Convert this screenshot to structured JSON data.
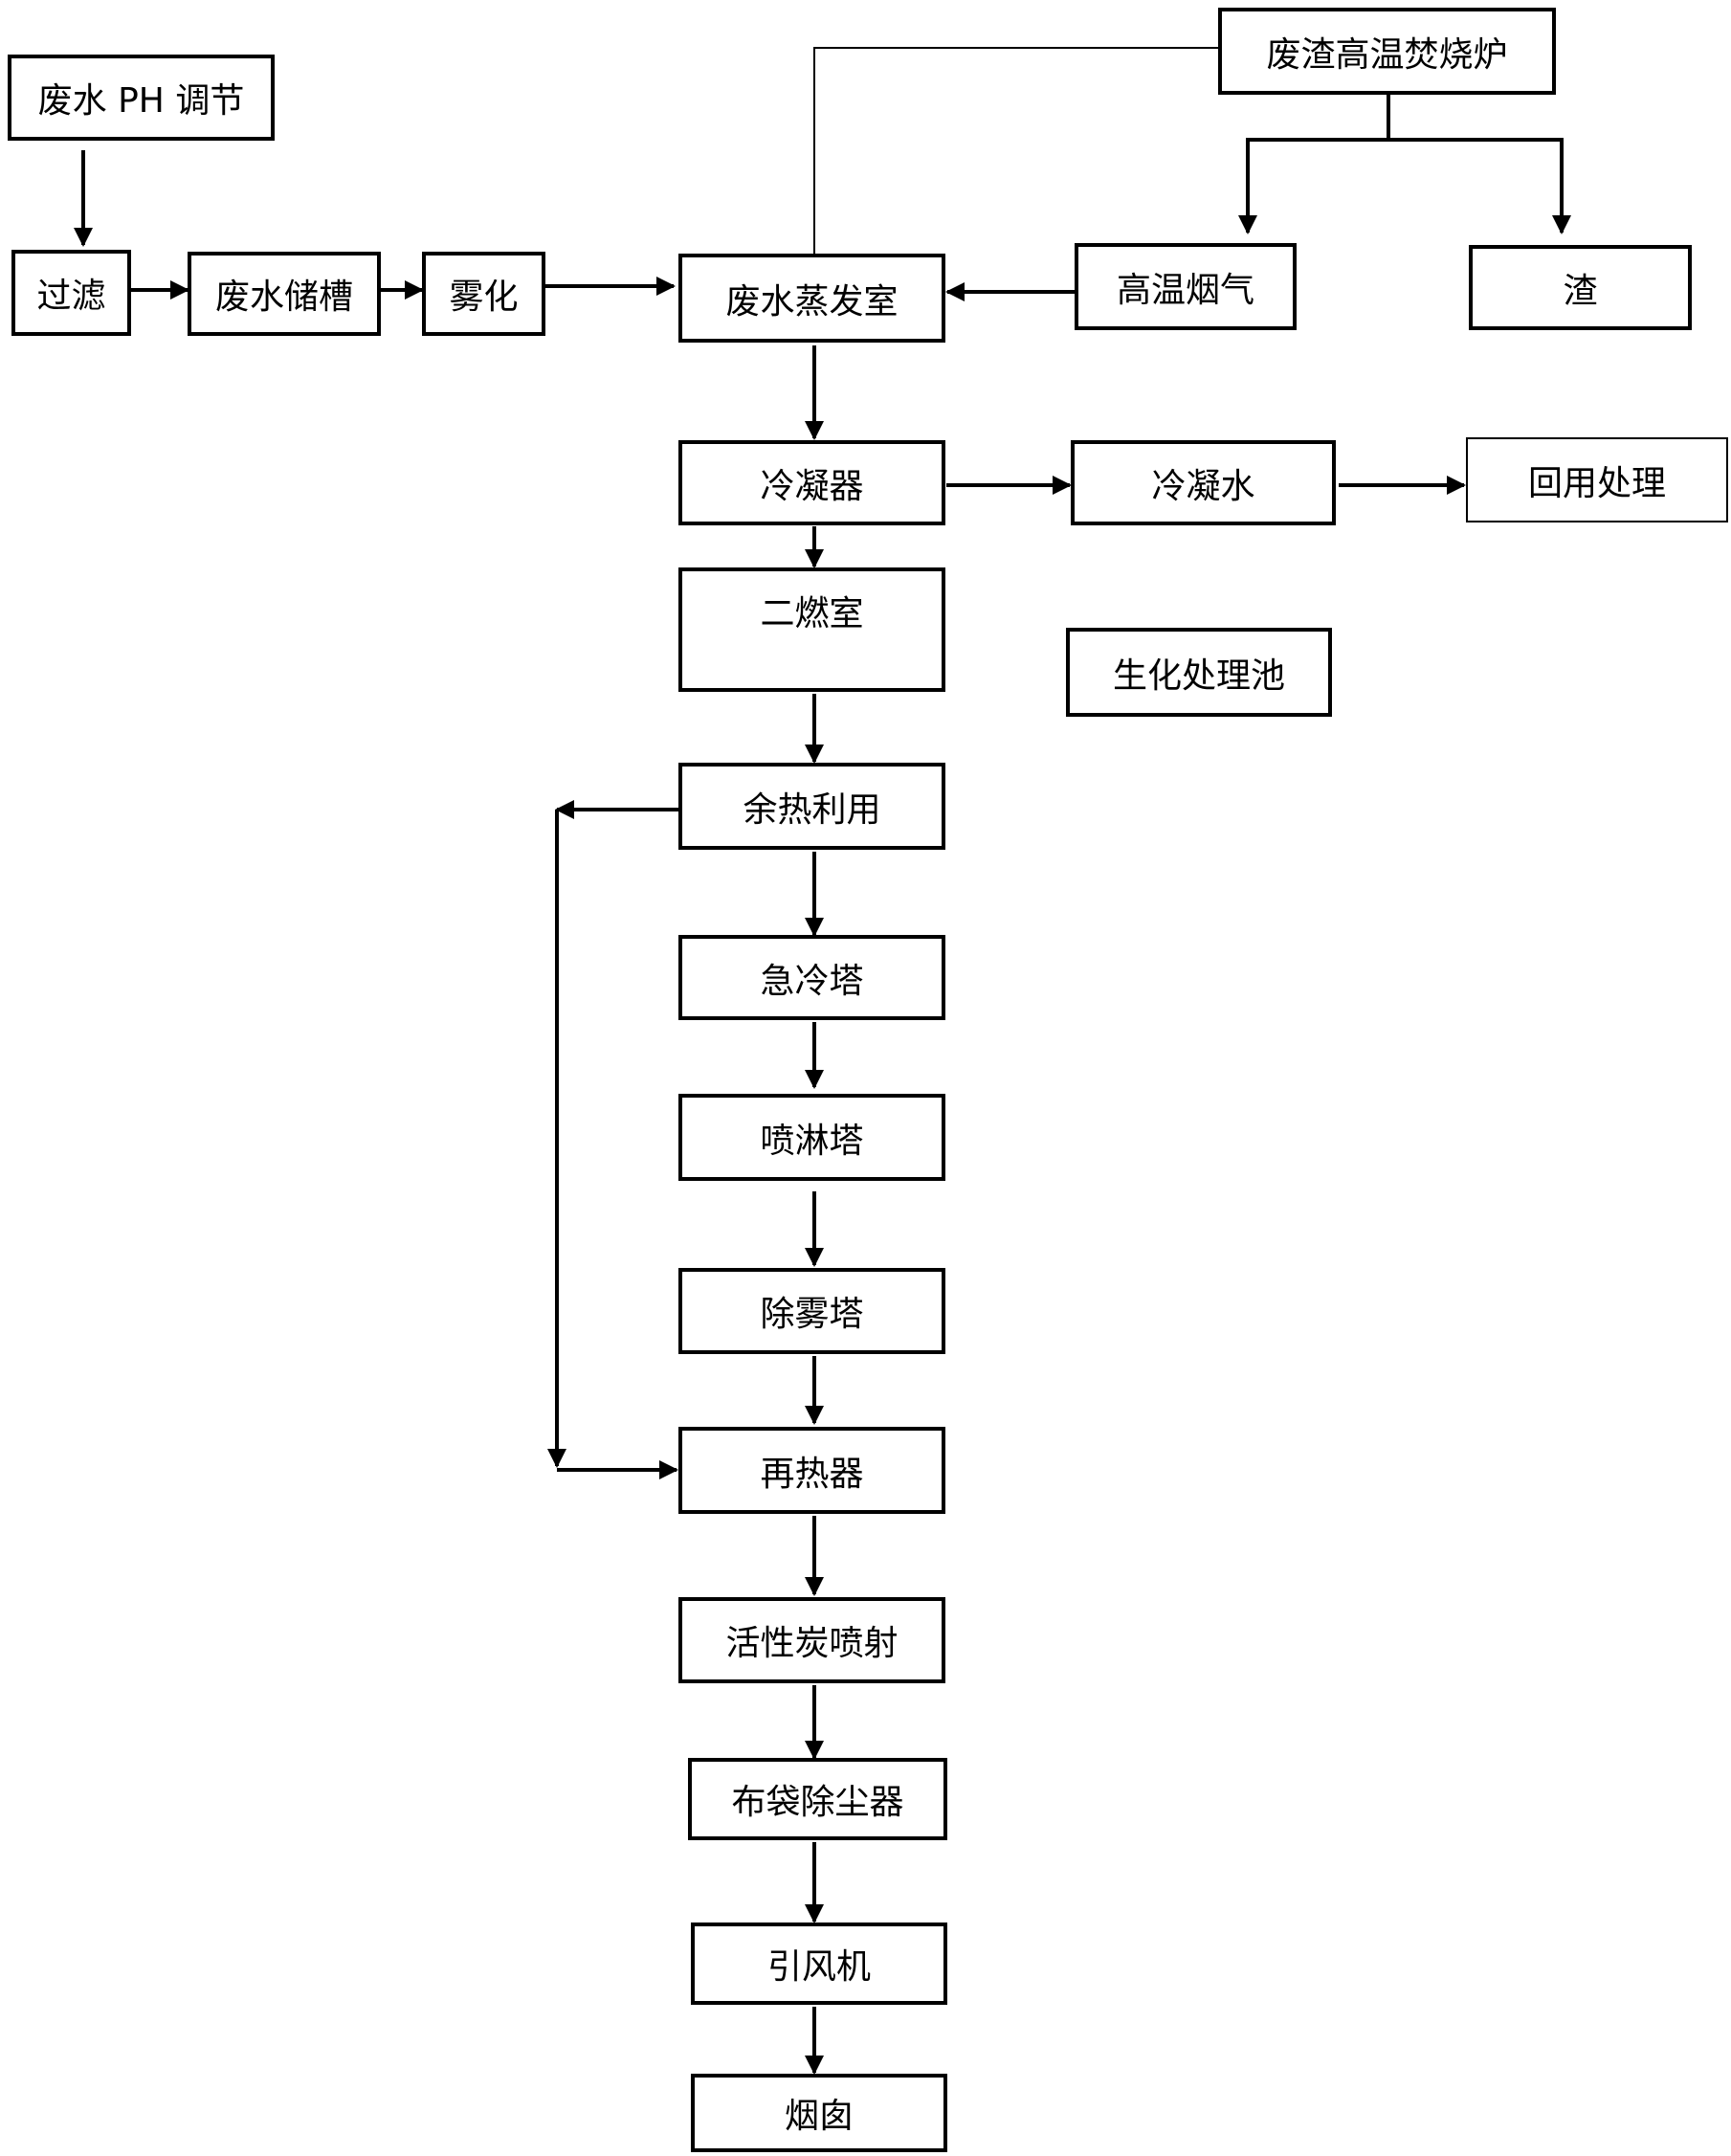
{
  "nodes": {
    "ph_adjust": "废水 PH 调节",
    "filter": "过滤",
    "storage_tank": "废水储槽",
    "atomize": "雾化",
    "evaporation_chamber": "废水蒸发室",
    "slag_incinerator": "废渣高温焚烧炉",
    "hot_flue_gas": "高温烟气",
    "slag": "渣",
    "condenser": "冷凝器",
    "condensate": "冷凝水",
    "reuse_treatment": "回用处理",
    "biochem_pool": "生化处理池",
    "secondary_combustion": "二燃室",
    "waste_heat_use": "余热利用",
    "quench_tower": "急冷塔",
    "spray_tower": "喷淋塔",
    "demister_tower": "除雾塔",
    "reheater": "再热器",
    "activated_carbon_injection": "活性炭喷射",
    "bag_filter": "布袋除尘器",
    "induced_draft_fan": "引风机",
    "chimney": "烟囱"
  },
  "colors": {
    "stroke": "#000000",
    "background": "#ffffff"
  }
}
